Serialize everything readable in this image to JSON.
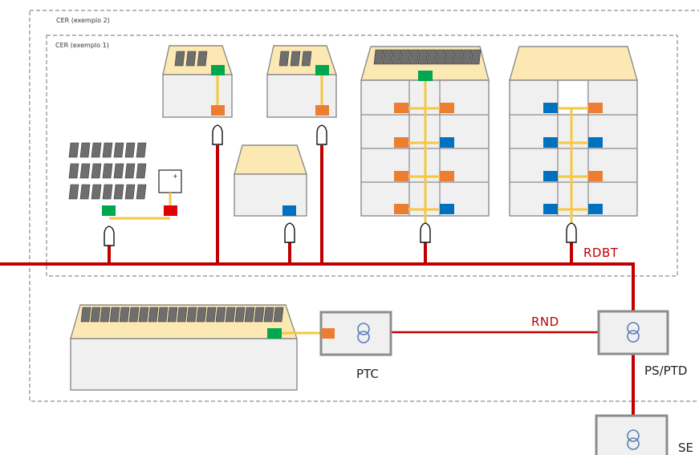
{
  "frames": {
    "outer_label": "CER (exemplo 2)",
    "inner_label": "CER (exemplo 1)"
  },
  "networks": {
    "low_voltage": "RDBT",
    "medium_voltage": "RND"
  },
  "substations": {
    "ptc": "PTC",
    "ps_ptd": "PS/PTD",
    "se": "SE"
  },
  "colors": {
    "grid_line": "#c00000",
    "link_line": "#f5c842",
    "roof_fill": "#fce8b2",
    "building_fill": "#f0f0f0",
    "building_stroke": "#8c8c8c",
    "panel_fill": "#6e6e6e",
    "producer": "#00a650",
    "consumer": "#ed7d31",
    "storage": "#0070c0",
    "battery": "#e00000",
    "frame_stroke": "#8c8c8c"
  },
  "icons": {
    "meter": "meter-icon",
    "transformer": "transformer-icon",
    "solar": "solar-panel-icon"
  }
}
